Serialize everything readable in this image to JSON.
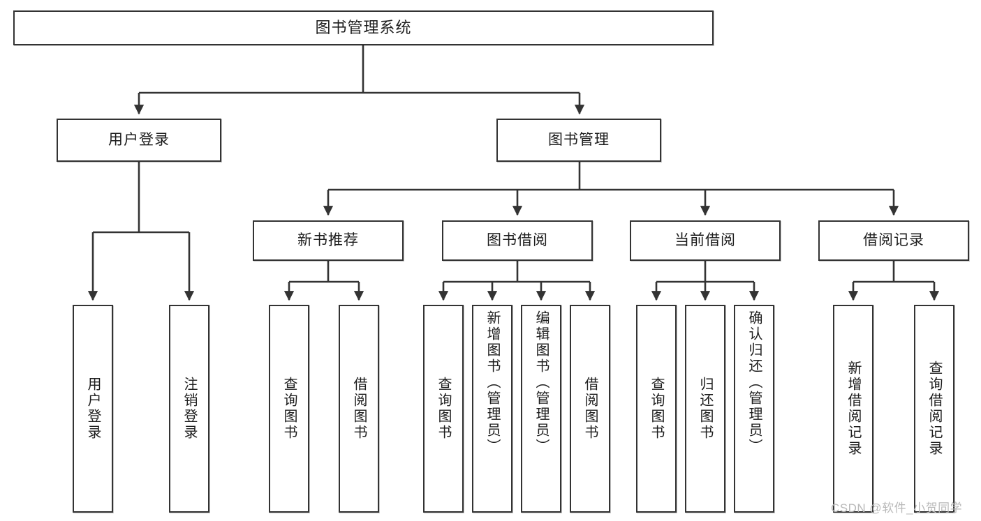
{
  "diagram": {
    "type": "tree-hierarchy",
    "title": "图书管理系统",
    "orientation": "top-down",
    "colors": {
      "box_border": "#333333",
      "box_fill": "#ffffff",
      "edge": "#333333",
      "text": "#1d1d1d",
      "watermark": "#b9b9b9"
    },
    "nodes": {
      "root": {
        "label": "图书管理系统"
      },
      "level1": [
        {
          "id": "user-login",
          "label": "用户登录"
        },
        {
          "id": "book-manage",
          "label": "图书管理"
        }
      ],
      "level2": [
        {
          "id": "new-book-rec",
          "label": "新书推荐"
        },
        {
          "id": "book-borrow",
          "label": "图书借阅"
        },
        {
          "id": "current-borrow",
          "label": "当前借阅"
        },
        {
          "id": "borrow-record",
          "label": "借阅记录"
        }
      ],
      "leaves": {
        "user-login": [
          {
            "id": "leaf-user-login",
            "label": "用户登录"
          },
          {
            "id": "leaf-user-logout",
            "label": "注销登录"
          }
        ],
        "new-book-rec": [
          {
            "id": "leaf-query-book-1",
            "label": "查询图书"
          },
          {
            "id": "leaf-borrow-book-1",
            "label": "借阅图书"
          }
        ],
        "book-borrow": [
          {
            "id": "leaf-query-book-2",
            "label": "查询图书"
          },
          {
            "id": "leaf-add-book",
            "label": "新增图书（管理员）"
          },
          {
            "id": "leaf-edit-book",
            "label": "编辑图书（管理员）"
          },
          {
            "id": "leaf-borrow-book-2",
            "label": "借阅图书"
          }
        ],
        "current-borrow": [
          {
            "id": "leaf-query-book-3",
            "label": "查询图书"
          },
          {
            "id": "leaf-return-book",
            "label": "归还图书"
          },
          {
            "id": "leaf-confirm-return",
            "label": "确认归还（管理员）"
          }
        ],
        "borrow-record": [
          {
            "id": "leaf-add-record",
            "label": "新增借阅记录"
          },
          {
            "id": "leaf-query-record",
            "label": "查询借阅记录"
          }
        ]
      }
    },
    "watermark": "CSDN @软件_小贺同学"
  }
}
